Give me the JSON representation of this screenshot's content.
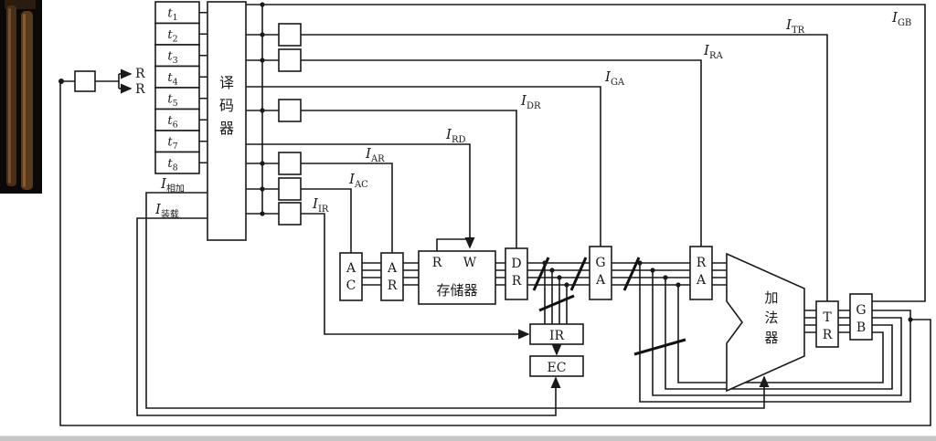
{
  "diagram": {
    "timing": [
      {
        "base": "t",
        "sub": "1"
      },
      {
        "base": "t",
        "sub": "2"
      },
      {
        "base": "t",
        "sub": "3"
      },
      {
        "base": "t",
        "sub": "4"
      },
      {
        "base": "t",
        "sub": "5"
      },
      {
        "base": "t",
        "sub": "6"
      },
      {
        "base": "t",
        "sub": "7"
      },
      {
        "base": "t",
        "sub": "8"
      }
    ],
    "rr": {
      "r1": "R",
      "r2": "R"
    },
    "left_signals": {
      "add": {
        "base": "I",
        "sub": "相加"
      },
      "load": {
        "base": "I",
        "sub": "装载"
      }
    },
    "controls": {
      "gb": {
        "base": "I",
        "sub": "GB"
      },
      "tr": {
        "base": "I",
        "sub": "TR"
      },
      "ra": {
        "base": "I",
        "sub": "RA"
      },
      "ga": {
        "base": "I",
        "sub": "GA"
      },
      "dr": {
        "base": "I",
        "sub": "DR"
      },
      "rd": {
        "base": "I",
        "sub": "RD"
      },
      "ar": {
        "base": "I",
        "sub": "AR"
      },
      "ac": {
        "base": "I",
        "sub": "AC"
      },
      "ir": {
        "base": "I",
        "sub": "IR"
      }
    },
    "blocks": {
      "decoder": "译码器",
      "memory": {
        "label": "存储器",
        "port_read": "R",
        "port_write": "W"
      },
      "adder": "加法器",
      "ac": "AC",
      "ar": "AR",
      "dr": "DR",
      "ga": "GA",
      "ra": "RA",
      "tr": "TR",
      "gb": "GB",
      "ir": "IR",
      "ec": "EC"
    },
    "colors": {
      "line": "#1a1a1a",
      "box_fill": "#ffffff",
      "photo_dark": "#0b0907",
      "photo_brown": "#5b3a1c"
    }
  }
}
